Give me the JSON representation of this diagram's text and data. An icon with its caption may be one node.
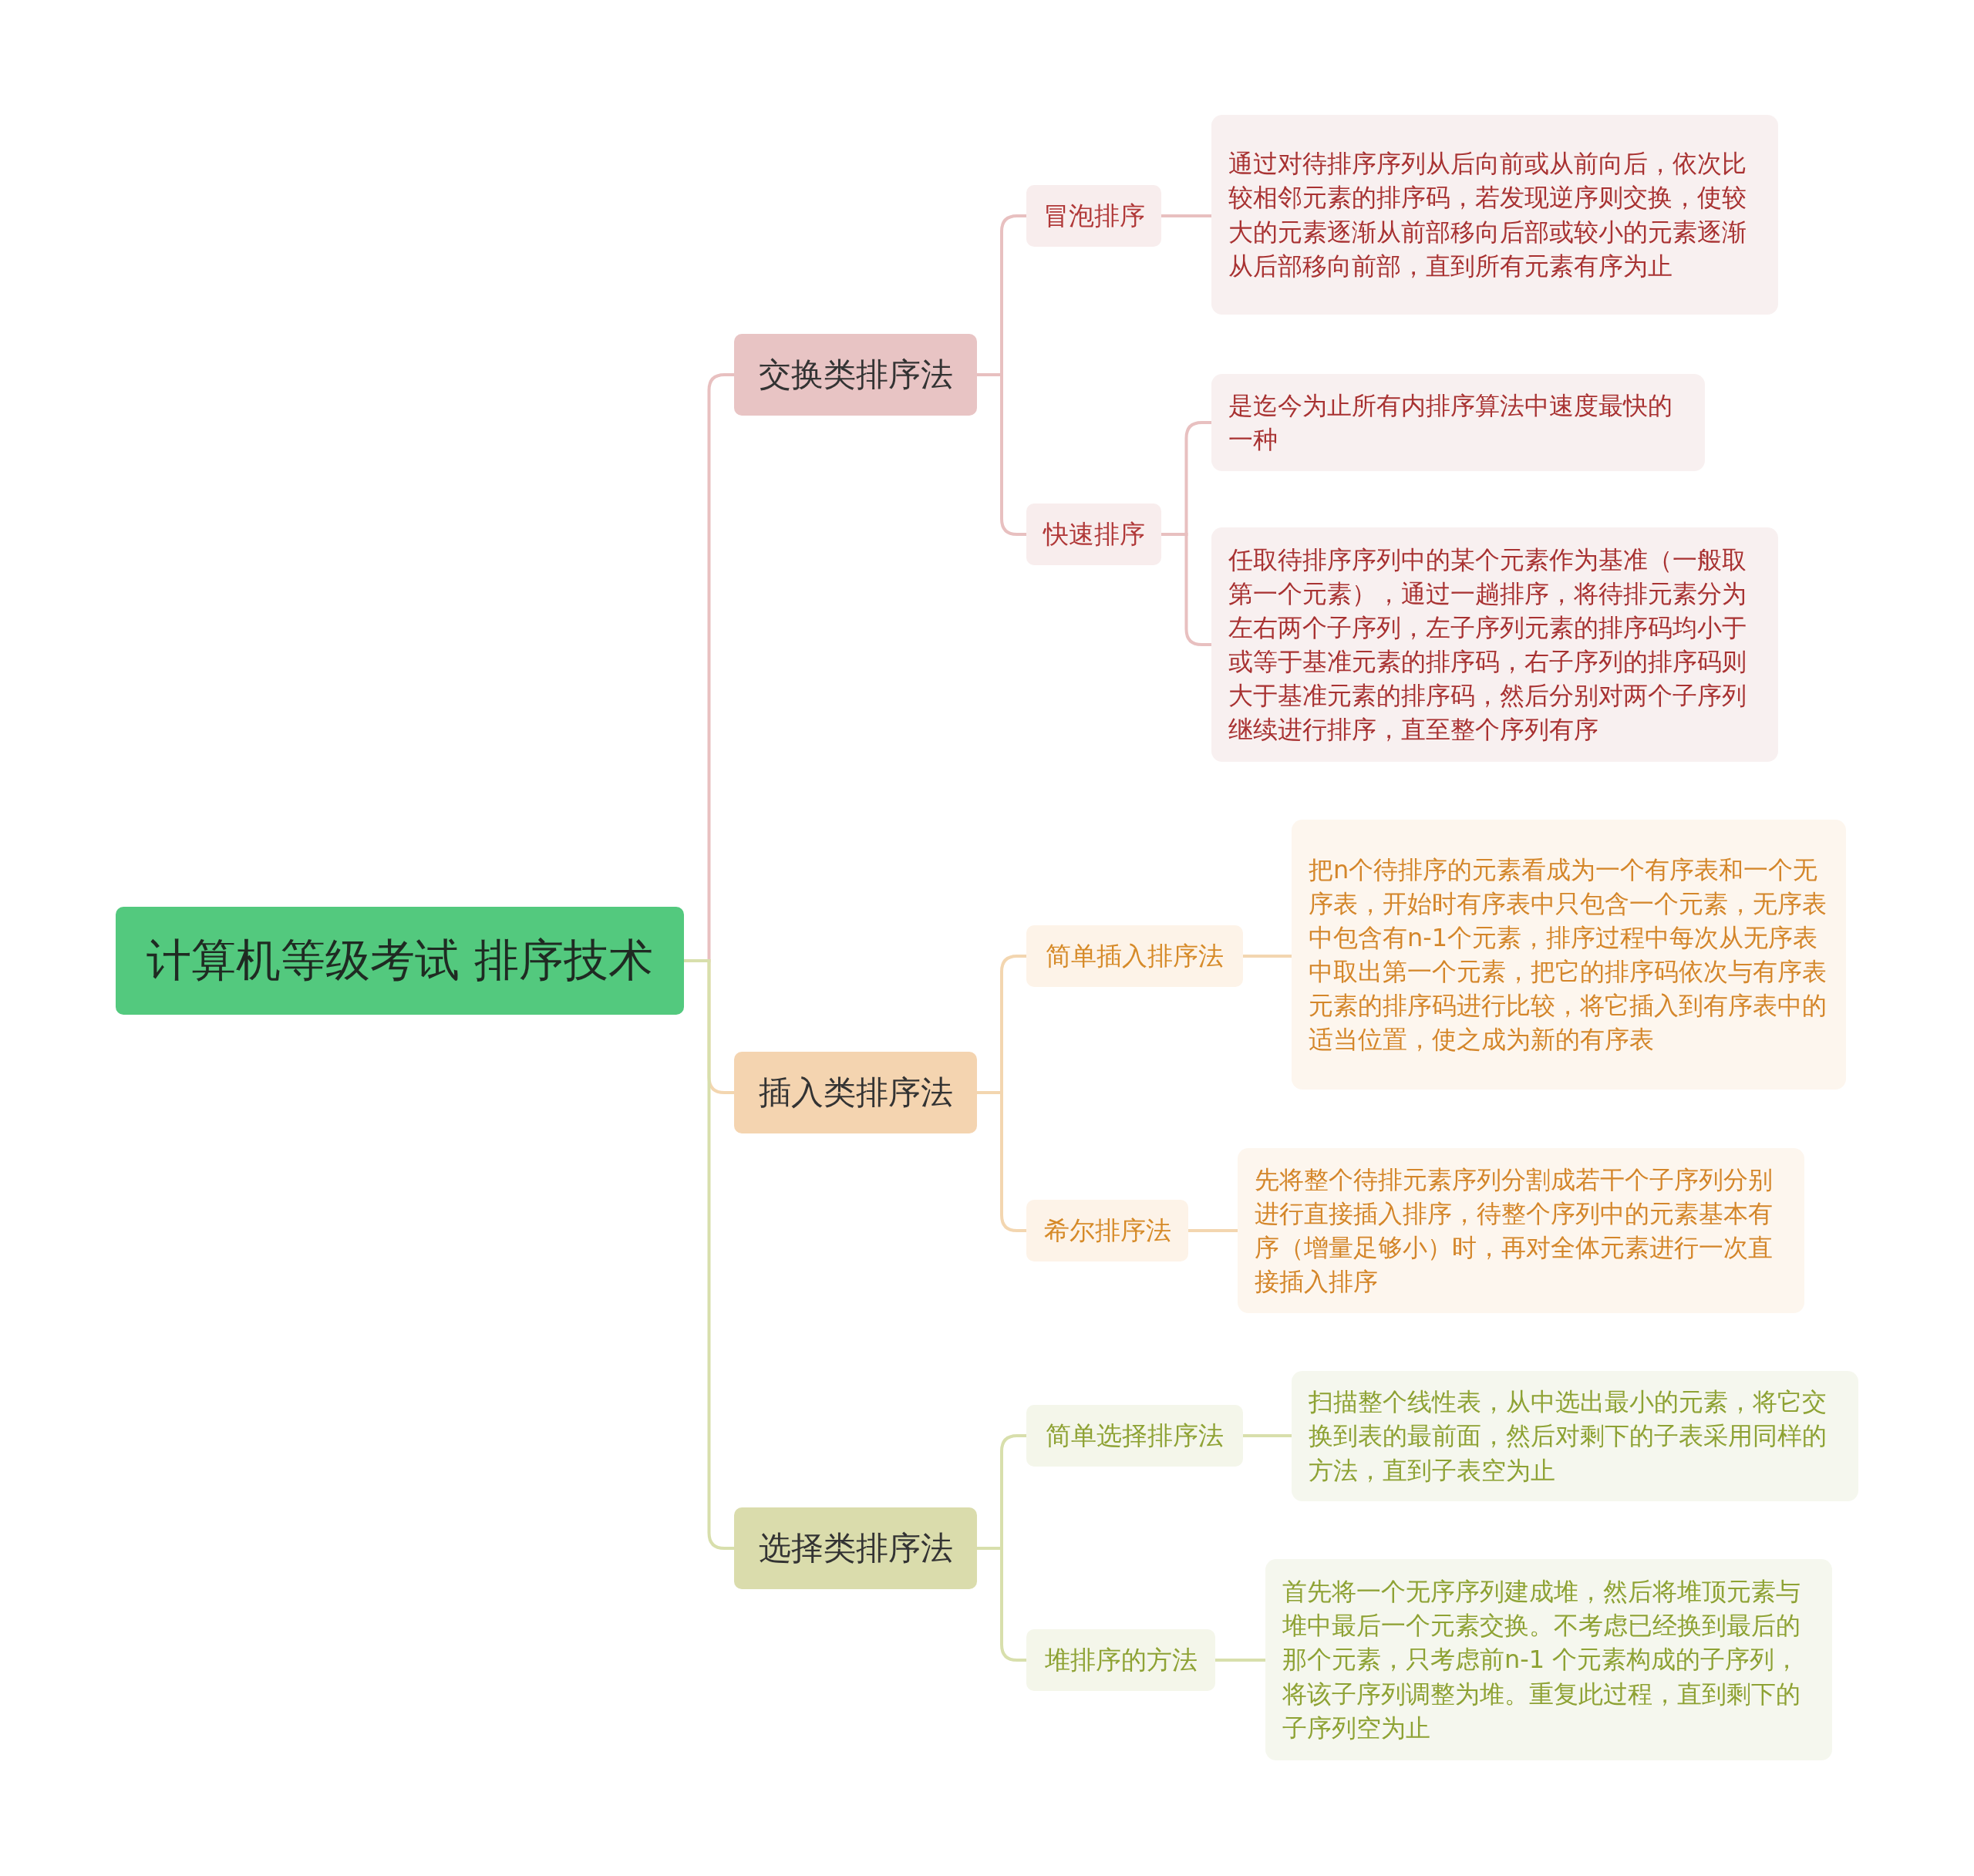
{
  "diagram": {
    "nodes": [
      {
        "text": [
          "计算机等级考试 排序技术"
        ]
      },
      {
        "text": [
          "交换类排序法"
        ]
      },
      {
        "text": [
          "冒泡排序"
        ]
      },
      {
        "text": [
          "通过对待排序序列从后向前或从前向后，依次比较相邻元素的排序码，若发现逆序则交换，使较大的元素逐渐从前部移向后部或较小的元素逐渐从后部移向前部，直到所有元素有序为止"
        ]
      },
      {
        "text": [
          "快速排序"
        ]
      },
      {
        "text": [
          "是迄今为止所有内排序算法中速度最快的一种"
        ]
      },
      {
        "text": [
          "任取待排序序列中的某个元素作为基准（一般取第一个元素），通过一趟排序，将待排元素分为左右两个子序列，左子序列元素的排序码均小于或等于基准元素的排序码，右子序列的排序码则大于基准元素的排序码，然后分别对两个子序列继续进行排序，直至整个序列有序"
        ]
      },
      {
        "text": [
          "插入类排序法"
        ]
      },
      {
        "text": [
          "简单插入排序法"
        ]
      },
      {
        "text": [
          "把n个待排序的元素看成为一个有序表和一个无序表，开始时有序表中只包含一个元素，无序表中包含有n-1个元素，排序过程中每次从无序表中取出第一个元素，把它的排序码依次与有序表元素的排序码进行比较，将它插入到有序表中的适当位置，使之成为新的有序表"
        ]
      },
      {
        "text": [
          "希尔排序法"
        ]
      },
      {
        "text": [
          "先将整个待排元素序列分割成若干个子序列分别进行直接插入排序，待整个序列中的元素基本有序（增量足够小）时，再对全体元素进行一次直接插入排序"
        ]
      },
      {
        "text": [
          "选择类排序法"
        ]
      },
      {
        "text": [
          "简单选择排序法"
        ]
      },
      {
        "text": [
          "扫描整个线性表，从中选出最小的元素，将它交换到表的最前面，然后对剩下的子表采用同样的方法，直到子表空为止"
        ]
      },
      {
        "text": [
          "堆排序的方法"
        ]
      },
      {
        "text": [
          "首先将一个无序序列建成堆，然后将堆顶元素与堆中最后一个元素交换。不考虑已经换到最后的那个元素，只考虑前n-1 个元素构成的子序列，将该子序列调整为堆。重复此过程，直到剩下的子序列空为止"
        ]
      }
    ],
    "edges": [
      {
        "from": 0,
        "to": 1,
        "arrow": "none",
        "color": "#e8c0c0"
      },
      {
        "from": 1,
        "to": 2,
        "arrow": "none",
        "color": "#e8c0c0"
      },
      {
        "from": 2,
        "to": 3,
        "arrow": "none",
        "color": "#e8c0c0"
      },
      {
        "from": 1,
        "to": 4,
        "arrow": "none",
        "color": "#e8c0c0"
      },
      {
        "from": 4,
        "to": 5,
        "arrow": "none",
        "color": "#e8c0c0"
      },
      {
        "from": 4,
        "to": 6,
        "arrow": "none",
        "color": "#e8c0c0"
      },
      {
        "from": 0,
        "to": 7,
        "arrow": "none",
        "color": "#f3d6b0"
      },
      {
        "from": 7,
        "to": 8,
        "arrow": "none",
        "color": "#f3d6b0"
      },
      {
        "from": 8,
        "to": 9,
        "arrow": "none",
        "color": "#f3d6b0"
      },
      {
        "from": 7,
        "to": 10,
        "arrow": "none",
        "color": "#f3d6b0"
      },
      {
        "from": 10,
        "to": 11,
        "arrow": "none",
        "color": "#f3d6b0"
      },
      {
        "from": 0,
        "to": 12,
        "arrow": "none",
        "color": "#d8dfac"
      },
      {
        "from": 12,
        "to": 13,
        "arrow": "none",
        "color": "#d8dfac"
      },
      {
        "from": 13,
        "to": 14,
        "arrow": "none",
        "color": "#d8dfac"
      },
      {
        "from": 12,
        "to": 15,
        "arrow": "none",
        "color": "#d8dfac"
      },
      {
        "from": 15,
        "to": 16,
        "arrow": "none",
        "color": "#d8dfac"
      }
    ]
  }
}
